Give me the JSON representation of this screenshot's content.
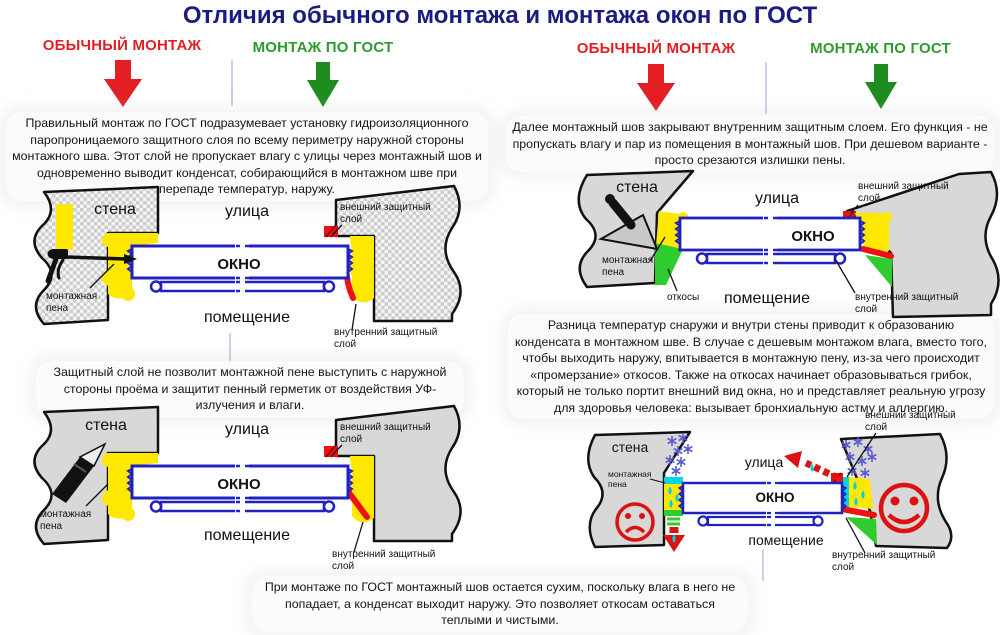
{
  "title": "Отличия обычного монтажа и монтажа окон по ГОСТ",
  "column_headers": {
    "ordinary": "ОБЫЧНЫЙ МОНТАЖ",
    "gost": "МОНТАЖ ПО ГОСТ"
  },
  "paragraphs": {
    "left_top": "Правильный монтаж по ГОСТ подразумевает установку гидроизоляционного паропроницаемого защитного слоя по всему периметру наружной стороны монтажного шва. Этот слой не пропускает влагу с улицы через монтажный шов и одновременно выводит конденсат, собирающийся в монтажном шве при перепаде температур, наружу.",
    "left_middle": "Защитный слой не позволит монтажной пене выступить с наружной стороны проёма и защитит пенный герметик от воздействия УФ-излучения и влаги.",
    "right_top": "Далее монтажный шов закрывают внутренним защитным слоем. Его функция - не пропускать влагу и пар из помещения в монтажный шов. При дешевом варианте - просто срезаются излишки пены.",
    "right_middle": "Разница температур снаружи и внутри стены приводит к образованию конденсата в монтажном шве. В случае с дешевым монтажом влага, вместо того, чтобы выходить наружу, впитывается в монтажную пену, из-за чего происходит «промерзание» откосов. Также на откосах начинает образовываться грибок, который не только портит внешний вид окна, но и представляет реальную угрозу для здоровья человека: вызывает бронхиальную астму и аллергию.",
    "bottom": "При монтаже по ГОСТ монтажный шов остается сухим, поскольку влага в него не попадает, а конденсат выходит наружу. Это позволяет откосам оставаться теплыми и чистыми."
  },
  "diagram_labels": {
    "wall": "стена",
    "street": "улица",
    "window": "ОКНО",
    "room": "помещение",
    "foam_l1": "монтажная",
    "foam_l2": "пена",
    "outer_l1": "внешний защитный",
    "outer_l2": "слой",
    "inner_l1": "внутренний защитный",
    "inner_l2": "слой",
    "slopes": "откосы"
  },
  "colors": {
    "title_navy": "#1c1c80",
    "ordinary_red": "#e31e24",
    "gost_green": "#2e9b2e",
    "foam_yellow": "#ffe800",
    "window_blue": "#2121c0",
    "protective_red": "#ee1111",
    "slope_green": "#2ecc2e",
    "frost_cyan": "#00d8e0",
    "snow_violet": "#5b5bd0",
    "wall_gray": "#d8d8d8",
    "face_red": "#dd1111"
  }
}
